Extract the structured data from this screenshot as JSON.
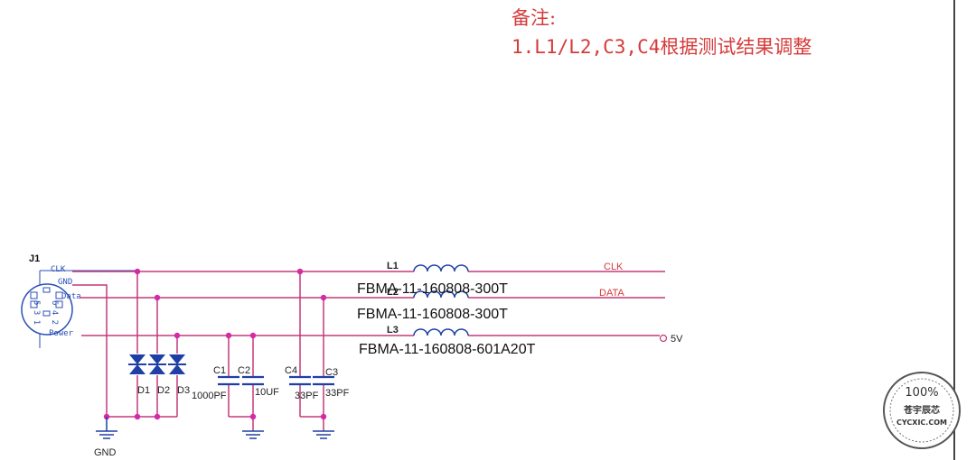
{
  "note": {
    "title": "备注:",
    "line": "1.L1/L2,C3,C4根据测试结果调整"
  },
  "connector": {
    "ref": "J1",
    "pins": [
      "CLK",
      "GND",
      "Data",
      "Power"
    ],
    "pin_numbers_a": "5 3 1",
    "pin_numbers_b": "6 4 2"
  },
  "diodes": [
    "D1",
    "D2",
    "D3"
  ],
  "capacitors": {
    "c1": {
      "ref": "C1",
      "value": "1000PF"
    },
    "c2": {
      "ref": "C2",
      "value": "10UF"
    },
    "c4": {
      "ref": "C4",
      "value": "33PF"
    },
    "c3": {
      "ref": "C3",
      "value": "33PF"
    }
  },
  "inductors": {
    "l1": {
      "ref": "L1",
      "part": "FBMA-11-160808-300T"
    },
    "l2": {
      "ref": "L2",
      "part": "FBMA-11-160808-300T"
    },
    "l3": {
      "ref": "L3",
      "part": "FBMA-11-160808-601A20T"
    }
  },
  "nets": {
    "clk": "CLK",
    "data": "DATA",
    "power": "5V",
    "ground": "GND"
  },
  "stamp": {
    "percent": "100%",
    "name": "苍宇辰芯",
    "site": "CYCXIC.COM"
  },
  "colors": {
    "wire": "#c4387a",
    "junction": "#d42aa8",
    "component": "#1f3fa6",
    "note": "#d63a3a"
  }
}
